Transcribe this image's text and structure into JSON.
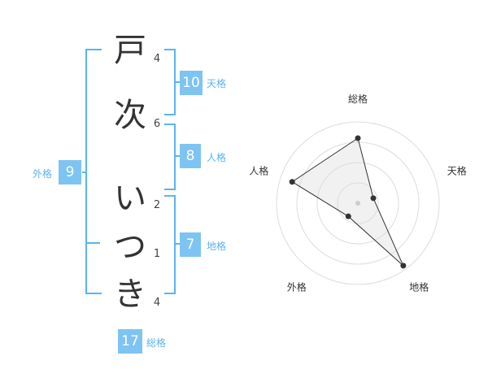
{
  "name": {
    "surname": [
      {
        "char": "戸",
        "strokes": "4"
      },
      {
        "char": "次",
        "strokes": "6"
      }
    ],
    "given": [
      {
        "char": "い",
        "strokes": "2"
      },
      {
        "char": "つ",
        "strokes": "1"
      },
      {
        "char": "き",
        "strokes": "4"
      }
    ]
  },
  "fortune": {
    "tenkaku": {
      "value": "10",
      "label": "天格"
    },
    "jinkaku": {
      "value": "8",
      "label": "人格"
    },
    "chikaku": {
      "value": "7",
      "label": "地格"
    },
    "gaikaku": {
      "value": "9",
      "label": "外格"
    },
    "soukaku": {
      "value": "17",
      "label": "総格"
    }
  },
  "colors": {
    "accent": "#5ab4f0",
    "badge": "#7ec4f2"
  },
  "chart_data": {
    "type": "radar",
    "axes": [
      "総格",
      "天格",
      "地格",
      "外格",
      "人格"
    ],
    "values": [
      0.8,
      0.2,
      0.95,
      0.2,
      0.85
    ],
    "rings": 4
  }
}
